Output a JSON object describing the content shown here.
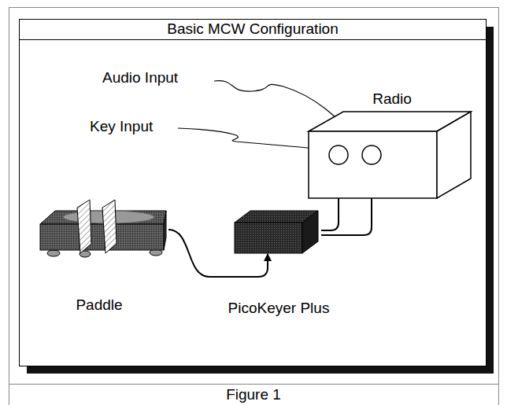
{
  "diagram": {
    "title": "Basic MCW Configuration",
    "caption": "Figure 1",
    "nodes": [
      {
        "text": [
          "Paddle"
        ]
      },
      {
        "text": [
          "PicoKeyer Plus"
        ]
      },
      {
        "text": [
          "Radio"
        ]
      }
    ],
    "edges": [
      {
        "from": 0,
        "to": 1,
        "arrow": "to"
      },
      {
        "from": 1,
        "to": 2,
        "arrow": "to"
      },
      {
        "from": 1,
        "to": 2,
        "arrow": "to"
      }
    ],
    "labels": [
      "Audio Input",
      "Key Input"
    ]
  }
}
